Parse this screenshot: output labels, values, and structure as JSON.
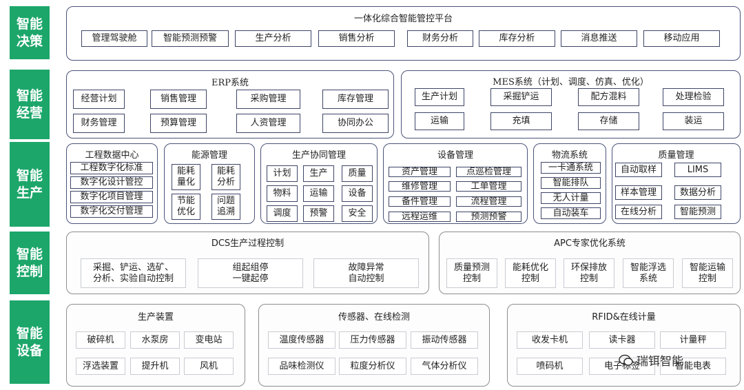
{
  "rows": [
    {
      "id": "decision",
      "label": "智能\n决策"
    },
    {
      "id": "operation",
      "label": "智能\n经营"
    },
    {
      "id": "production",
      "label": "智能\n生产"
    },
    {
      "id": "control",
      "label": "智能\n控制"
    },
    {
      "id": "equipment",
      "label": "智能\n设备"
    }
  ],
  "panels": [
    {
      "title": "一体化综合智能管控平台",
      "items": [
        "管理驾驶舱",
        "智能预测预警",
        "生产分析",
        "销售分析",
        "财务分析",
        "库存分析",
        "消息推送",
        "移动应用"
      ]
    },
    {
      "title": "ERP系统",
      "items": [
        "经营计划",
        "销售管理",
        "采购管理",
        "库存管理",
        "财务管理",
        "预算管理",
        "人资管理",
        "协同办公"
      ]
    },
    {
      "title": "MES系统（计划、调度、仿真、优化）",
      "items": [
        "生产计划",
        "采掘铲运",
        "配方混料",
        "处理检验",
        "运输",
        "充填",
        "存储",
        "装运"
      ]
    },
    {
      "title": "工程数据中心",
      "items": [
        "工程数字化标准",
        "数字化设计管控",
        "数字化项目管理",
        "数字化交付管理"
      ]
    },
    {
      "title": "能源管理",
      "items": [
        "能耗\n量化",
        "能耗\n分析",
        "节能\n优化",
        "问题\n追溯"
      ]
    },
    {
      "title": "生产协同管理",
      "items": [
        "计划",
        "生产",
        "质量",
        "物料",
        "运输",
        "设备",
        "调度",
        "预警",
        "安全"
      ]
    },
    {
      "title": "设备管理",
      "items": [
        "资产管理",
        "点巡检管理",
        "维修管理",
        "工单管理",
        "备件管理",
        "流程管理",
        "远程运维",
        "预测预警"
      ]
    },
    {
      "title": "物流系统",
      "items": [
        "一卡通系统",
        "智能排队",
        "无人计量",
        "自动装车"
      ]
    },
    {
      "title": "质量管理",
      "items": [
        "自动取样",
        "LIMS",
        "样本管理",
        "数据分析",
        "在线分析",
        "智能预测"
      ]
    },
    {
      "title": "DCS生产过程控制",
      "items": [
        "采掘、铲运、选矿、\n分析、实验自动控制",
        "组起组停\n一键起停",
        "故障异常\n自动控制"
      ]
    },
    {
      "title": "APC专家优化系统",
      "items": [
        "质量预测\n控制",
        "能耗优化\n控制",
        "环保排放\n控制",
        "智能浮选\n系统",
        "智能运输\n控制"
      ]
    },
    {
      "title": "生产装置",
      "items": [
        "破碎机",
        "水泵房",
        "变电站",
        "浮选装置",
        "提升机",
        "风机"
      ]
    },
    {
      "title": "传感器、在线检测",
      "items": [
        "温度传感器",
        "压力传感器",
        "振动传感器",
        "品味检测仪",
        "粒度分析仪",
        "气体分析仪"
      ]
    },
    {
      "title": "RFID&在线计量",
      "items": [
        "收发卡机",
        "读卡器",
        "计量秤",
        "喷码机",
        "电子标签",
        "智能电表"
      ]
    }
  ],
  "watermark": "瑞铒智能",
  "colors": {
    "row_label_bg": "#1ca66a",
    "panel_border": "#4a5378",
    "box_border": "#3c4466"
  }
}
